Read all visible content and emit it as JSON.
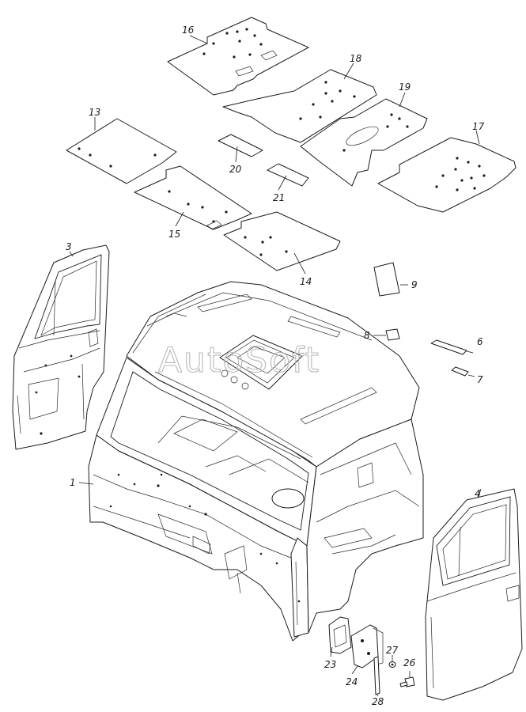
{
  "watermark": "AutoSoft",
  "callouts": {
    "c1": "1",
    "c3": "3",
    "c4": "4",
    "c6": "6",
    "c7": "7",
    "c8": "8",
    "c9": "9",
    "c13": "13",
    "c14": "14",
    "c15": "15",
    "c16": "16",
    "c17": "17",
    "c18": "18",
    "c19": "19",
    "c20": "20",
    "c21": "21",
    "c23": "23",
    "c24": "24",
    "c26": "26",
    "c27": "27",
    "c28": "28"
  }
}
